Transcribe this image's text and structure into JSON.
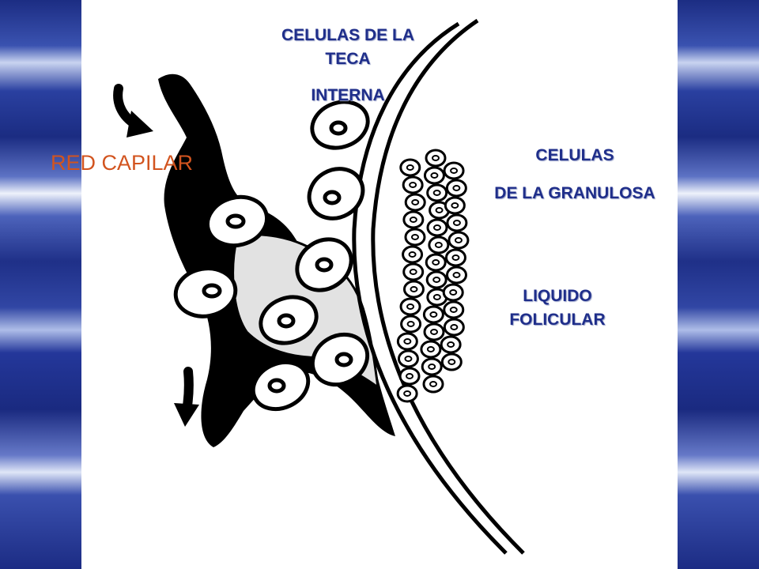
{
  "labels": {
    "teca_line1": "CELULAS DE LA",
    "teca_line2": "TECA",
    "teca_line3": "INTERNA",
    "granulosa_line1": "CELULAS",
    "granulosa_line2": "DE LA GRANULOSA",
    "red_capilar": "RED CAPILAR",
    "liquido_line1": "LIQUIDO",
    "liquido_line2": "FOLICULAR"
  },
  "colors": {
    "label_blue": "#1f2e8a",
    "label_red": "#d2541f",
    "ink": "#000000",
    "cytoplasm": "#e2e2e2"
  }
}
